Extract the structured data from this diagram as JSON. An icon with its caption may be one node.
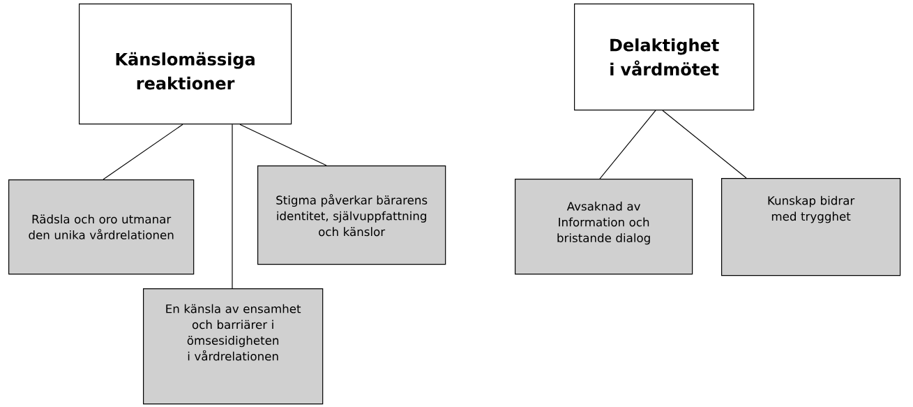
{
  "diagram": {
    "nodes": [
      {
        "text": [
          "Känslomässiga reaktioner"
        ]
      },
      {
        "text": [
          "Rädsla och oro utmanar den unika vårdrelationen"
        ]
      },
      {
        "text": [
          "Stigma påverkar bärarens identitet, självuppfattning och känslor"
        ]
      },
      {
        "text": [
          "En känsla av ensamhet och barriärer i ömsesidigheten i vårdrelationen"
        ]
      },
      {
        "text": [
          "Delaktighet i vårdmötet"
        ]
      },
      {
        "text": [
          "Avsaknad av Information och bristande dialog"
        ]
      },
      {
        "text": [
          "Kunskap bidrar med trygghet"
        ]
      }
    ],
    "edges": [
      {
        "from": 0,
        "to": 1,
        "arrow": "none"
      },
      {
        "from": 0,
        "to": 3,
        "arrow": "none"
      },
      {
        "from": 0,
        "to": 2,
        "arrow": "none"
      },
      {
        "from": 4,
        "to": 5,
        "arrow": "none"
      },
      {
        "from": 4,
        "to": 6,
        "arrow": "none"
      }
    ]
  }
}
